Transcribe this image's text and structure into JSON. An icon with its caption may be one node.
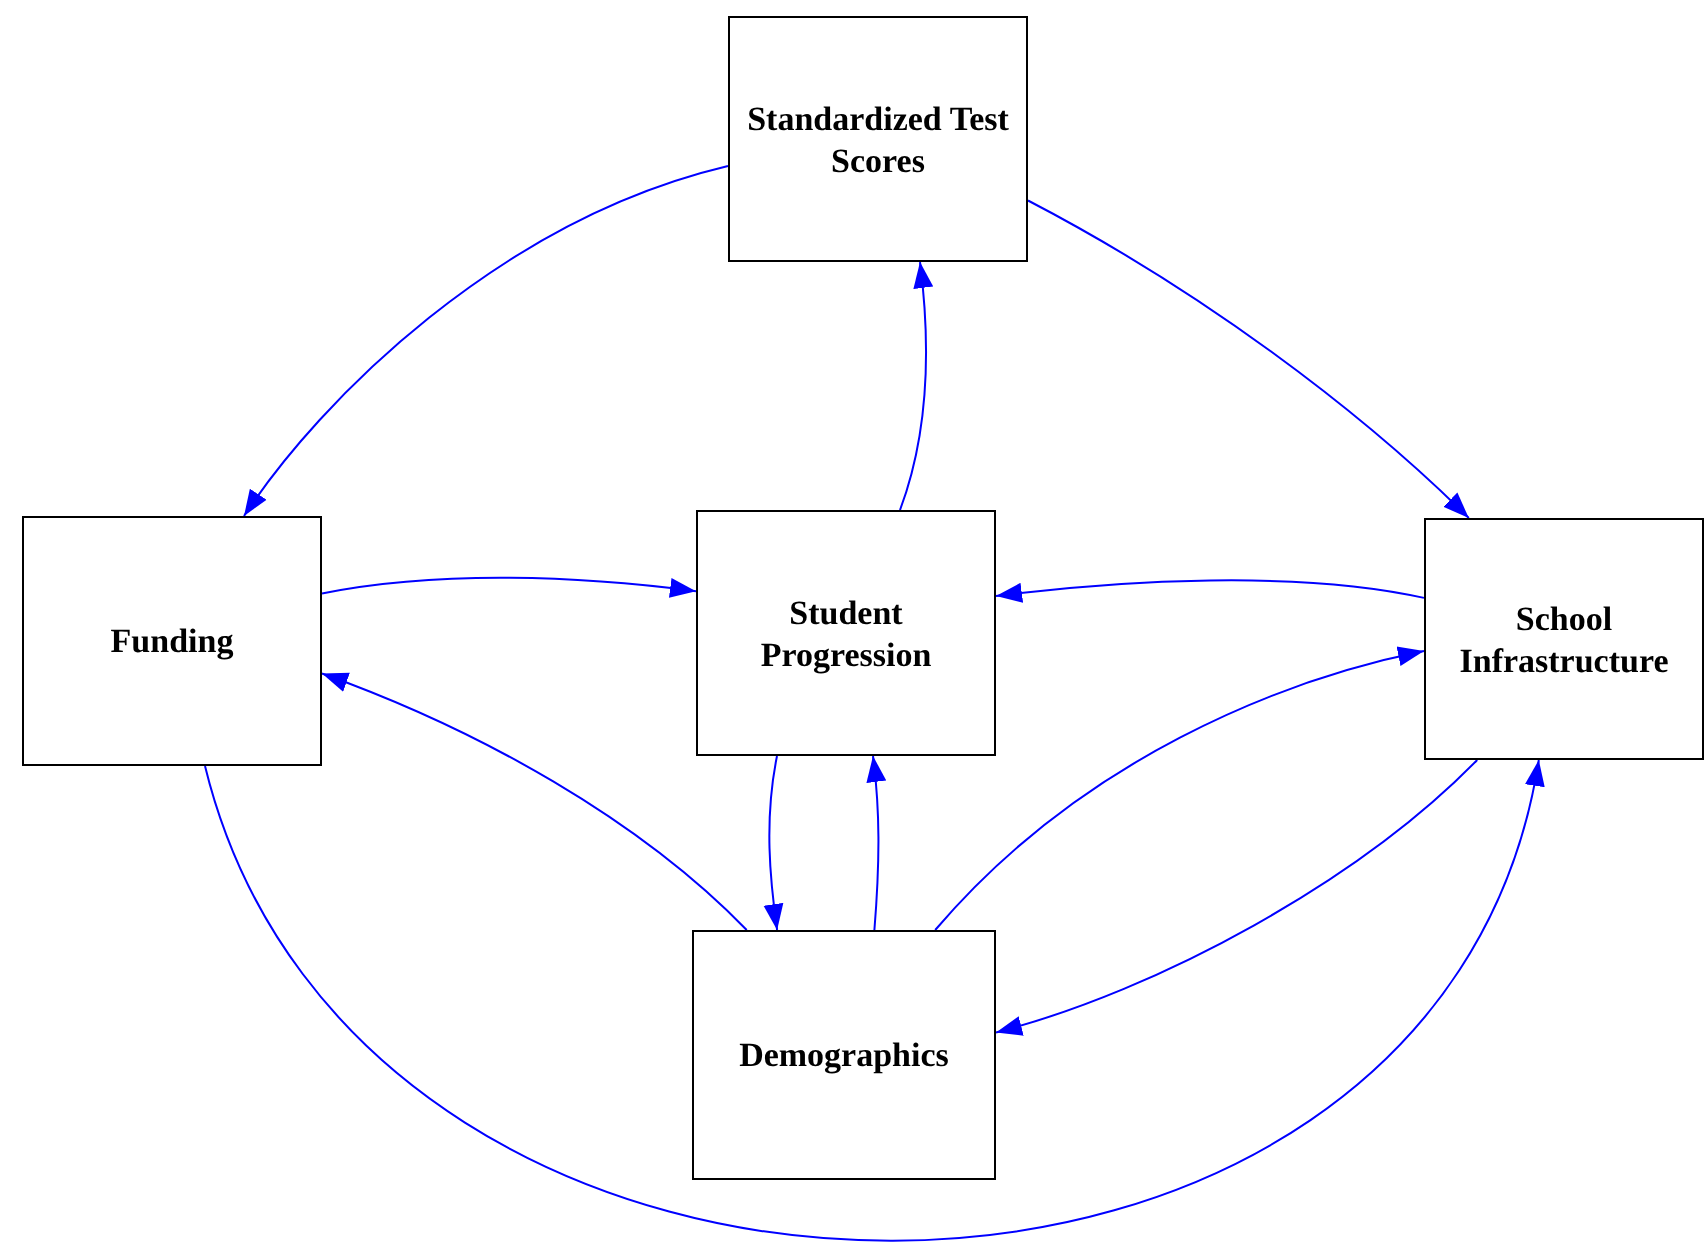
{
  "diagram": {
    "nodes": [
      {
        "text": [
          "Standardized Test Scores"
        ]
      },
      {
        "text": [
          "Funding"
        ]
      },
      {
        "text": [
          "Student Progression"
        ]
      },
      {
        "text": [
          "School Infrastructure"
        ]
      },
      {
        "text": [
          "Demographics"
        ]
      }
    ],
    "edges": [
      {
        "from": 0,
        "to": 1,
        "arrow": "to"
      },
      {
        "from": 0,
        "to": 3,
        "arrow": "to"
      },
      {
        "from": 2,
        "to": 0,
        "arrow": "to"
      },
      {
        "from": 1,
        "to": 2,
        "arrow": "to"
      },
      {
        "from": 3,
        "to": 2,
        "arrow": "to"
      },
      {
        "from": 4,
        "to": 1,
        "arrow": "to"
      },
      {
        "from": 2,
        "to": 4,
        "arrow": "to"
      },
      {
        "from": 4,
        "to": 2,
        "arrow": "to"
      },
      {
        "from": 4,
        "to": 3,
        "arrow": "to"
      },
      {
        "from": 3,
        "to": 4,
        "arrow": "to"
      },
      {
        "from": 1,
        "to": 3,
        "arrow": "to"
      }
    ]
  }
}
